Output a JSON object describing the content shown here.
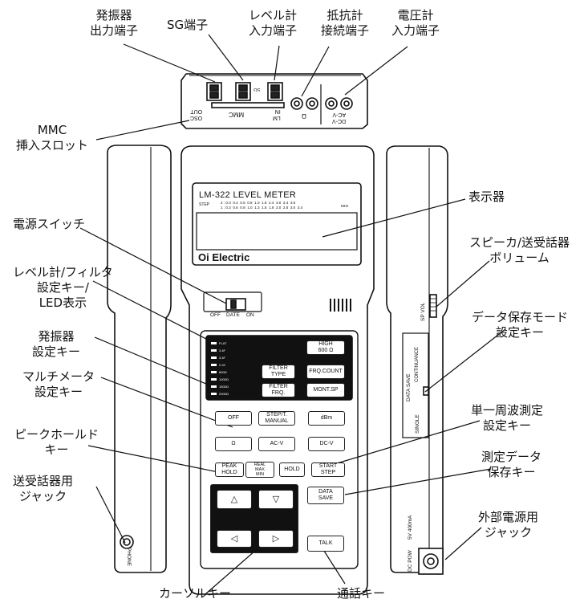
{
  "labels": {
    "osc_out": "発振器\n出力端子",
    "sg": "SG端子",
    "lm_in": "レベル計\n入力端子",
    "ohm": "抵抗計\n接続端子",
    "volt": "電圧計\n入力端子",
    "mmc": "MMC\n挿入スロット",
    "display": "表示器",
    "power": "電源スイッチ",
    "speaker": "スピーカ/送受話器\nボリューム",
    "lm_filter": "レベル計/フィルタ\n設定キー/\nLED表示",
    "data_mode": "データ保存モード\n設定キー",
    "osc_key": "発振器\n設定キー",
    "multimeter": "マルチメータ\n設定キー",
    "single": "単一周波測定\n設定キー",
    "peak": "ピークホールド\nキー",
    "save": "測定データ\n保存キー",
    "phone_jack": "送受話器用\nジャック",
    "ext_power": "外部電源用\nジャック",
    "cursor": "カーソルキー",
    "talk": "通話キー"
  },
  "device": {
    "model": "LM-322 LEVEL METER",
    "step_label": "STEP",
    "step_row1": "2 : 0.3  0.4  0.6  0.8  1.0  1.5  2.4  3.0  3.4  3.5",
    "step_row2": "1 : 0.3  0.6  0.8  1.0  1.3  1.5  1.6  2.0  2.5  3.0  3.4",
    "mhz": "MHz",
    "brand": "Oi Electric",
    "switch_off": "OFF",
    "switch_date": "DATE",
    "switch_on": "ON",
    "top_osc": "OSC\nOUT",
    "top_mmc": "MMC",
    "top_lm": "LM\nIN",
    "top_sg": "SG",
    "top_ohm": "Ω",
    "top_dcv": "DC-V\nAC-V",
    "side_phone": "PHONE",
    "side_sp_vol": "SP VOL",
    "side_data_save": "DATA SAVE",
    "side_single": "SINGLE",
    "side_continuance": "CONTINUANCE",
    "side_dc_pow": "DC POW",
    "side_power_spec": "5V 400mA"
  },
  "led_labels": [
    "FLAT",
    "3.4F",
    "3.4F",
    "C-M",
    "600Ω",
    "1000Ω",
    "1500Ω",
    "2000Ω"
  ],
  "keys": {
    "high": "HIGH\n600 Ω",
    "filter_type": "FILTER\nTYPE",
    "frq_count": "FRQ.COUNT",
    "filter_frq": "FILTER\nFRQ.",
    "mont_sp": "MONT.SP",
    "off": "OFF",
    "step_manual": "STEP/T.\nMANUAL",
    "dbm": "dBm",
    "ohm": "Ω",
    "ac_v": "AC-V",
    "dc_v": "DC-V",
    "peak_hold": "PEAK\nHOLD",
    "real_max": "REAL\nMAX\nMIN",
    "hold": "HOLD",
    "start_step": "START\nSTEP",
    "up": "△",
    "down": "▽",
    "data_save": "DATA\nSAVE",
    "left": "◁",
    "right": "▷",
    "talk": "TALK"
  }
}
